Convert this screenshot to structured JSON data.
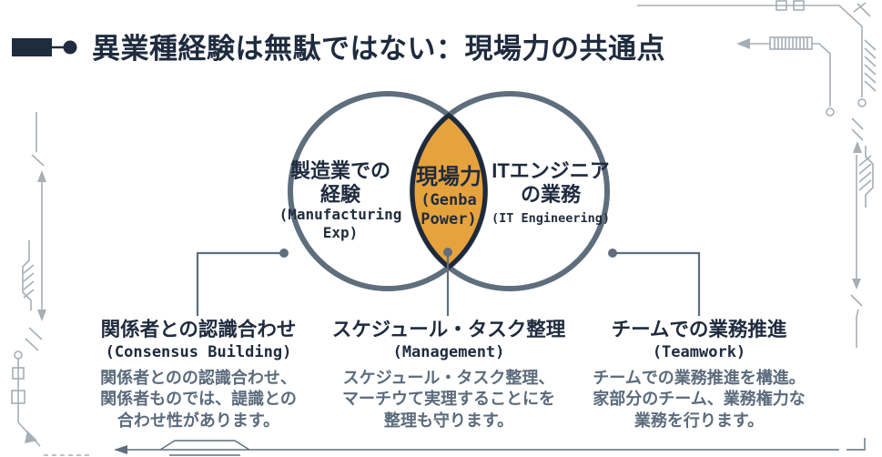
{
  "title": {
    "text": "異業種経験は無駄ではない：現場力の共通点"
  },
  "venn": {
    "left": {
      "label": "製造業での\n経験",
      "sublabel": "(Manufacturing\nExp)"
    },
    "center": {
      "label": "現場力",
      "sublabel": "(Genba\nPower)"
    },
    "right": {
      "label": "ITエンジニア\nの業務",
      "sublabel": "(IT Engineering)"
    }
  },
  "columns": [
    {
      "heading": "関係者との認識合わせ",
      "subheading": "(Consensus Building)",
      "body": "関係者とのの認識合わせ、\n関係者ものでは、諟識との\n合わせ性があります。"
    },
    {
      "heading": "スケジュール・タスク整理",
      "subheading": "(Management)",
      "body": "スケジュール・タスク整理、\nマーチウて実理することにを\n整理も守ります。"
    },
    {
      "heading": "チームでの業務推進",
      "subheading": "(Teamwork)",
      "body": "チームでの業務推進を構進。\n家部分のチーム、業務権力な\n業務を行ります。"
    }
  ],
  "colors": {
    "navy": "#1F2B3E",
    "lens_orange": "#E6A33D",
    "lens_border": "#1E2A3B",
    "circle_stroke": "#5F6E7D",
    "body_gray": "#5B6B7C",
    "decor_gray": "#A7AEB4"
  }
}
